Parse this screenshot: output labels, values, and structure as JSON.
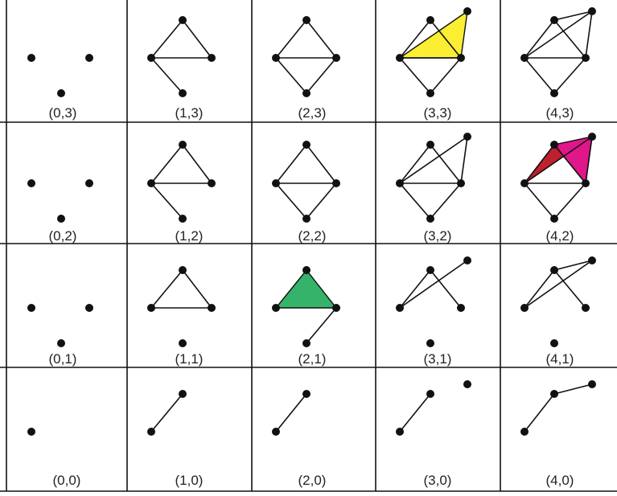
{
  "colors": {
    "yellow": "#fbee33",
    "green": "#35b36a",
    "crimson": "#c0202e",
    "magenta": "#e0168b",
    "ink": "#111111"
  },
  "cells": [
    {
      "label": "(0,3)"
    },
    {
      "label": "(1,3)"
    },
    {
      "label": "(2,3)"
    },
    {
      "label": "(3,3)"
    },
    {
      "label": "(4,3)"
    },
    {
      "label": "(0,2)"
    },
    {
      "label": "(1,2)"
    },
    {
      "label": "(2,2)"
    },
    {
      "label": "(3,2)"
    },
    {
      "label": "(4,2)"
    },
    {
      "label": "(0,1)"
    },
    {
      "label": "(1,1)"
    },
    {
      "label": "(2,1)"
    },
    {
      "label": "(3,1)"
    },
    {
      "label": "(4,1)"
    },
    {
      "label": "(0,0)"
    },
    {
      "label": "(1,0)"
    },
    {
      "label": "(2,0)"
    },
    {
      "label": "(3,0)"
    },
    {
      "label": "(4,0)"
    }
  ]
}
